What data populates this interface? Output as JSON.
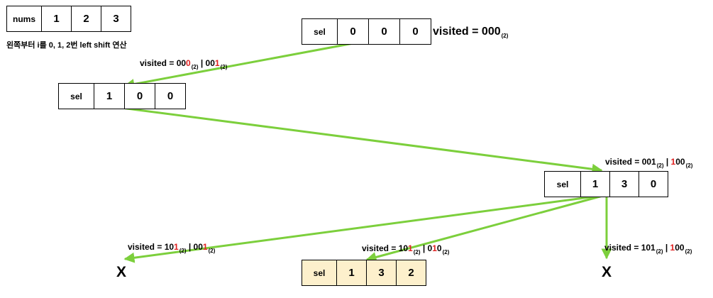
{
  "colors": {
    "arrow": "#7ccf3c",
    "highlight": "#fdf0cc",
    "mark": "#e02020"
  },
  "nums_row": [
    "nums",
    "1",
    "2",
    "3"
  ],
  "caption": "왼쪽부터 i를 0, 1, 2번 left shift 연산",
  "root": {
    "cells": [
      "sel",
      "0",
      "0",
      "0"
    ],
    "visited": "visited = 000",
    "base": "(2)"
  },
  "level1": {
    "cells": [
      "sel",
      "1",
      "0",
      "0"
    ],
    "edge": {
      "pre": "visited = 00",
      "red": "0",
      "base1": "(2)",
      "mid": " | 00",
      "red2": "1",
      "base2": "(2)"
    }
  },
  "level2": {
    "cells": [
      "sel",
      "1",
      "3",
      "0"
    ],
    "edge": {
      "pre": "visited = 001",
      "base1": "(2)",
      "mid": " | ",
      "red": "1",
      "post": "00",
      "base2": "(2)"
    }
  },
  "leaf_left": {
    "mark": "X",
    "edge": {
      "pre": "visited = 10",
      "red": "1",
      "base1": "(2)",
      "mid": " | 00",
      "red2": "1",
      "base2": "(2)"
    }
  },
  "leaf_mid": {
    "cells": [
      "sel",
      "1",
      "3",
      "2"
    ],
    "edge": {
      "pre": "visited = 10",
      "red": "1",
      "base1": "(2)",
      "mid": " | 0",
      "red2": "1",
      "post": "0",
      "base2": "(2)"
    }
  },
  "leaf_right": {
    "mark": "X",
    "edge": {
      "pre": "visited = 101",
      "base1": "(2)",
      "mid": " | ",
      "red": "1",
      "post": "00",
      "base2": "(2)"
    }
  }
}
